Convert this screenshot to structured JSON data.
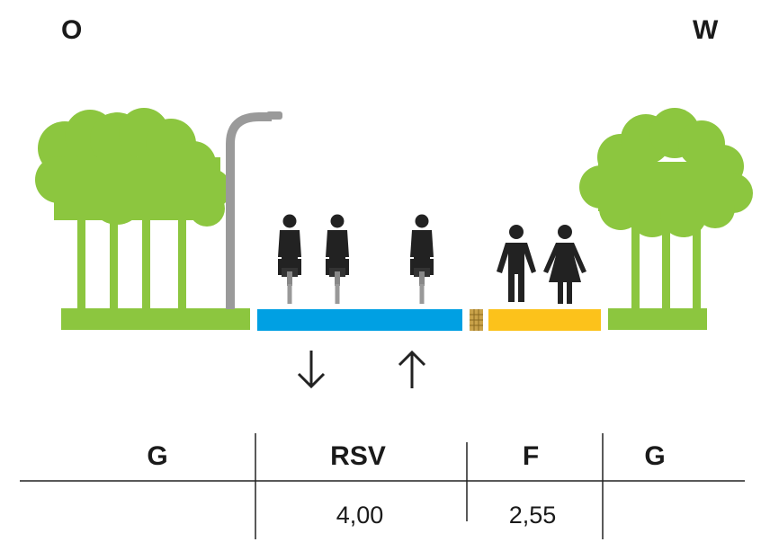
{
  "compass": {
    "left": "O",
    "right": "W"
  },
  "sections": [
    {
      "code": "G",
      "width": ""
    },
    {
      "code": "RSV",
      "width": "4,00"
    },
    {
      "code": "F",
      "width": "2,55"
    },
    {
      "code": "G",
      "width": ""
    }
  ],
  "lane_directions": [
    "down",
    "up"
  ],
  "colors": {
    "green": "#8cc63f",
    "cycle_path": "#00a0e3",
    "footpath": "#fcc21b",
    "divider": "#c9a24a",
    "lamp": "#9a9a9a",
    "figure": "#222222"
  }
}
